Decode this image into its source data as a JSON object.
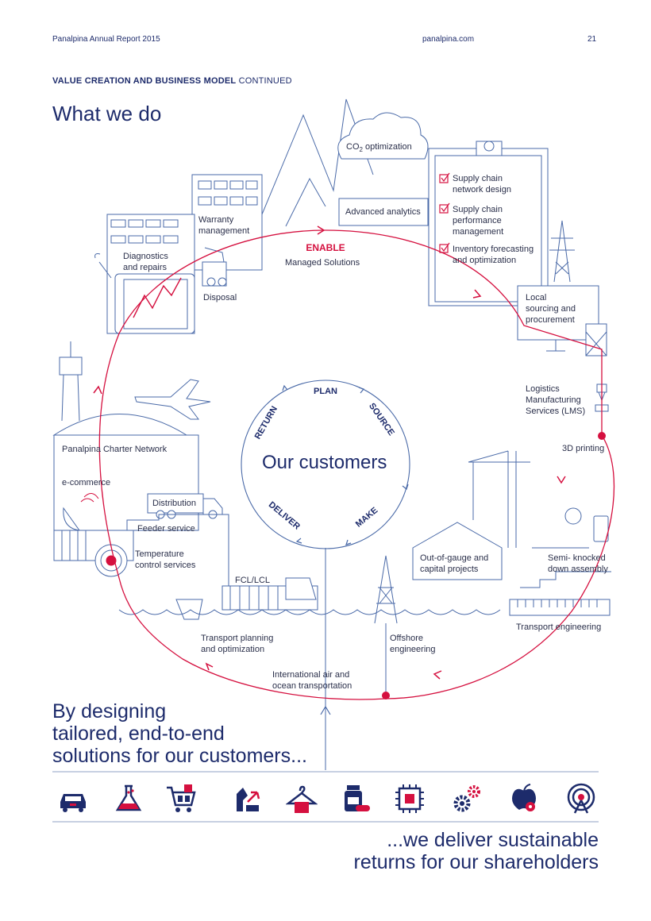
{
  "header": {
    "report": "Panalpina Annual Report 2015",
    "url": "panalpina.com",
    "page": "21"
  },
  "section": {
    "bold": "VALUE CREATION AND BUSINESS MODEL",
    "light": "CONTINUED"
  },
  "title": "What we do",
  "center": {
    "title": "Our customers",
    "cycle": [
      "PLAN",
      "SOURCE",
      "MAKE",
      "DELIVER",
      "RETURN"
    ]
  },
  "enable": {
    "label": "ENABLE",
    "sub": "Managed Solutions"
  },
  "labels": {
    "co2_prefix": "CO",
    "co2_sub": "2",
    "co2_suffix": " optimization",
    "advanced_analytics": "Advanced analytics",
    "warranty": "Warranty\nmanagement",
    "diagnostics": "Diagnostics\nand repairs",
    "disposal": "Disposal",
    "checklist": [
      "Supply chain\nnetwork design",
      "Supply chain\nperformance\nmanagement",
      "Inventory forecasting\nand optimization"
    ],
    "local_sourcing": "Local\nsourcing and\nprocurement",
    "lms": "Logistics\nManufacturing\nServices (LMS)",
    "printing": "3D printing",
    "charter": "Panalpina Charter Network",
    "ecommerce": "e-commerce",
    "distribution": "Distribution",
    "feeder": "Feeder service",
    "temperature": "Temperature\ncontrol services",
    "fcl": "FCL/LCL",
    "out_of_gauge": "Out-of-gauge and\ncapital projects",
    "semi_knocked": "Semi- knocked\ndown assembly",
    "transport_engineering": "Transport engineering",
    "transport_planning": "Transport planning\nand optimization",
    "offshore": "Offshore\nengineering",
    "international": "International air and\nocean transportation"
  },
  "tagline_top": "By designing\ntailored, end-to-end\nsolutions for our customers...",
  "tagline_bottom": "...we deliver sustainable\nreturns for our shareholders",
  "industry_icons": [
    "car-icon",
    "flask-icon",
    "shopping-cart-icon",
    "machinery-icon",
    "hanger-icon",
    "medicine-icon",
    "chip-icon",
    "gears-icon",
    "agriculture-icon",
    "signal-tower-icon"
  ],
  "colors": {
    "navy": "#1d2b6b",
    "red": "#d5103f",
    "line": "#4a6aa8"
  }
}
